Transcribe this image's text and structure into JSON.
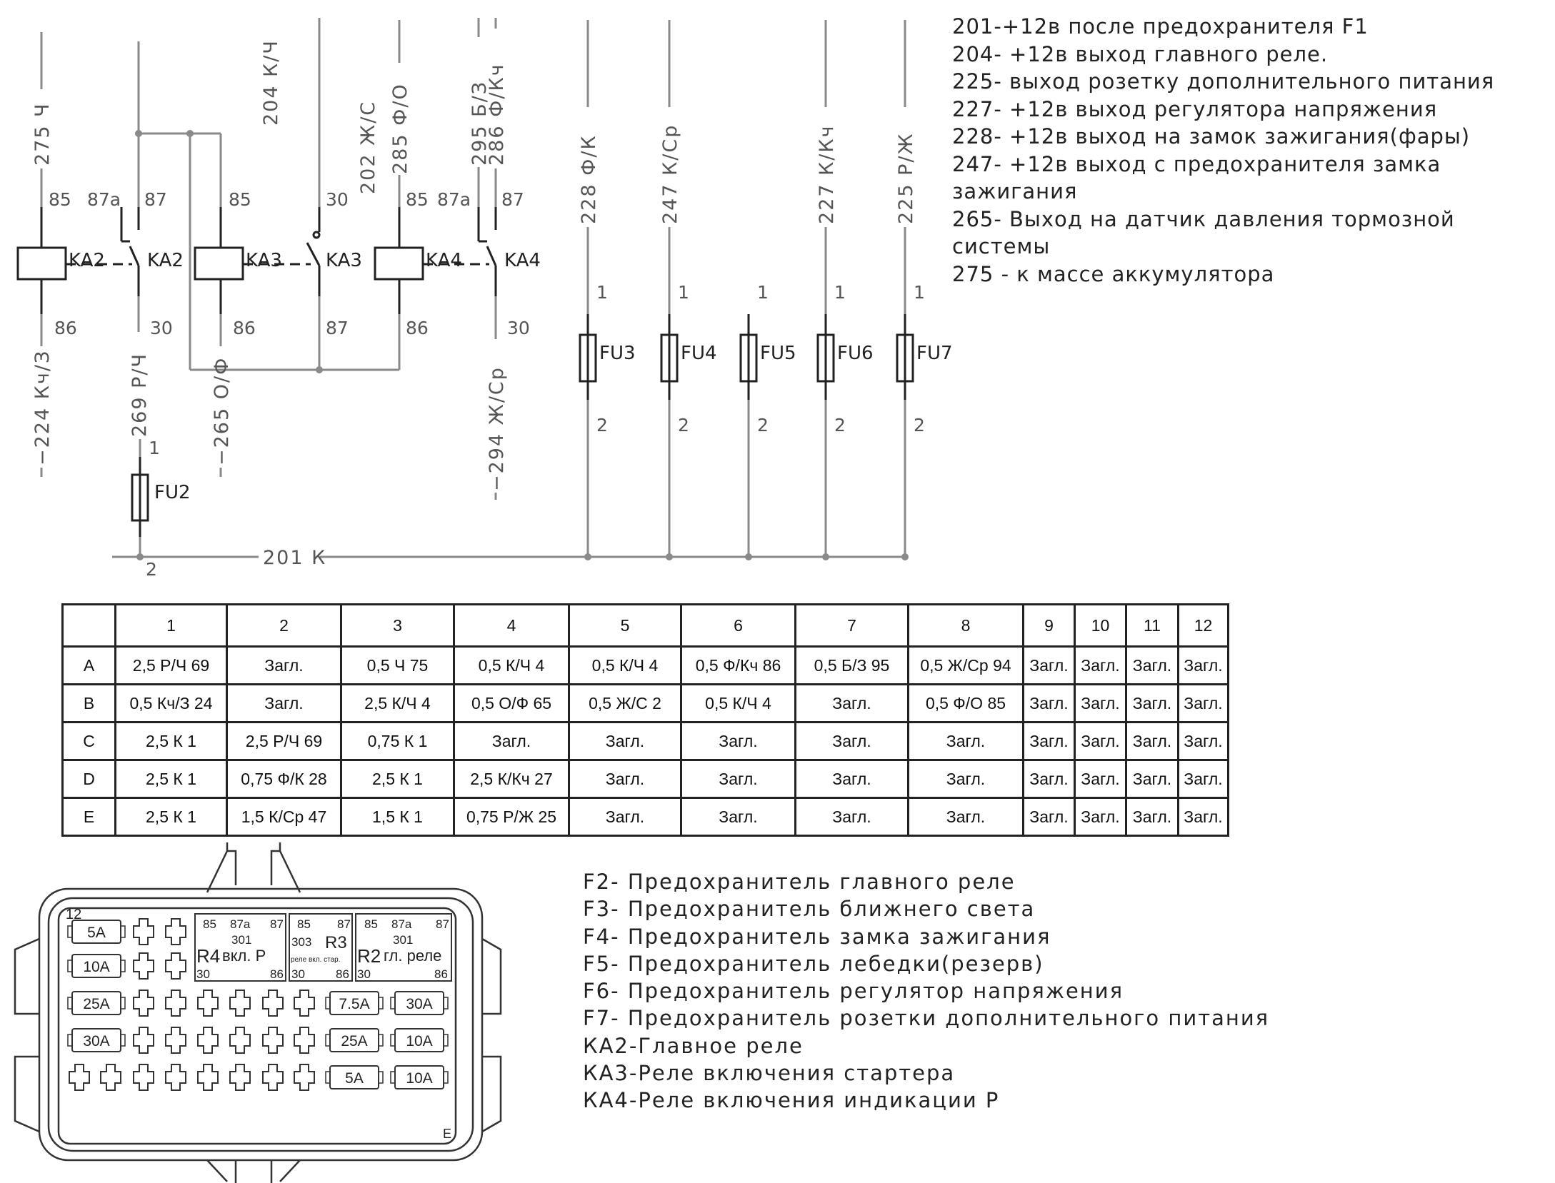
{
  "schematic": {
    "relays": [
      {
        "coil": "KA2",
        "switch": "KA2",
        "pin_top_coil": "85",
        "pin_bot_coil": "86",
        "pin_nc": "87a",
        "pin_no": "87",
        "pin_com": "30"
      },
      {
        "coil": "KA3",
        "switch": "KA3",
        "pin_top_coil": "85",
        "pin_bot_coil": "86",
        "pin_com": "30",
        "pin_no": "87"
      },
      {
        "coil": "KA4",
        "switch": "KA4",
        "pin_top_coil": "85",
        "pin_bot_coil": "86",
        "pin_nc": "87a",
        "pin_no": "87",
        "pin_com": "30"
      }
    ],
    "wires": {
      "w275": "275 Ч",
      "w224": "−224 Кч/З",
      "w204": "204 К/Ч",
      "w269": "269 Р/Ч",
      "w265": "−265 О/Ф",
      "w202": "202 Ж/С",
      "w285": "285 Ф/О",
      "w295": "295 Б/З",
      "w286": "286 Ф/Кч",
      "w294": "−294 Ж/Ср",
      "w228": "228 Ф/К",
      "w247": "247 К/Ср",
      "w227": "227 К/Кч",
      "w225": "225 Р/Ж",
      "w201": "201 К"
    },
    "fuses": [
      {
        "name": "FU2",
        "pin1": "1",
        "pin2": "2"
      },
      {
        "name": "FU3",
        "pin1": "1",
        "pin2": "2"
      },
      {
        "name": "FU4",
        "pin1": "1",
        "pin2": "2"
      },
      {
        "name": "FU5",
        "pin1": "1",
        "pin2": "2"
      },
      {
        "name": "FU6",
        "pin1": "1",
        "pin2": "2"
      },
      {
        "name": "FU7",
        "pin1": "1",
        "pin2": "2"
      }
    ]
  },
  "wire_notes": [
    "201-+12в после предохранителя F1",
    "204- +12в выход главного реле.",
    "225- выход розетку дополнительного питания",
    "227- +12в выход регулятора напряжения",
    "228- +12в выход на замок зажигания(фары)",
    "247- +12в выход с предохранителя замка",
    "зажигания",
    "265- Выход на датчик давления тормозной",
    "системы",
    "275 - к массе аккумулятора"
  ],
  "pin_table": {
    "columns": [
      "",
      "1",
      "2",
      "3",
      "4",
      "5",
      "6",
      "7",
      "8",
      "9",
      "10",
      "11",
      "12"
    ],
    "rows": [
      [
        "A",
        "2,5 Р/Ч 69",
        "Загл.",
        "0,5 Ч 75",
        "0,5 К/Ч 4",
        "0,5 К/Ч 4",
        "0,5 Ф/Кч 86",
        "0,5 Б/З 95",
        "0,5 Ж/Ср 94",
        "Загл.",
        "Загл.",
        "Загл.",
        "Загл."
      ],
      [
        "B",
        "0,5 Кч/З 24",
        "Загл.",
        "2,5 К/Ч 4",
        "0,5 О/Ф 65",
        "0,5 Ж/С 2",
        "0,5 К/Ч 4",
        "Загл.",
        "0,5 Ф/О 85",
        "Загл.",
        "Загл.",
        "Загл.",
        "Загл."
      ],
      [
        "C",
        "2,5 К 1",
        "2,5 Р/Ч 69",
        "0,75 К 1",
        "Загл.",
        "Загл.",
        "Загл.",
        "Загл.",
        "Загл.",
        "Загл.",
        "Загл.",
        "Загл.",
        "Загл."
      ],
      [
        "D",
        "2,5 К 1",
        "0,75 Ф/К 28",
        "2,5 К 1",
        "2,5 К/Кч 27",
        "Загл.",
        "Загл.",
        "Загл.",
        "Загл.",
        "Загл.",
        "Загл.",
        "Загл.",
        "Загл."
      ],
      [
        "E",
        "2,5 К 1",
        "1,5 К/Ср 47",
        "1,5 К 1",
        "0,75 Р/Ж 25",
        "Загл.",
        "Загл.",
        "Загл.",
        "Загл.",
        "Загл.",
        "Загл.",
        "Загл.",
        "Загл."
      ]
    ]
  },
  "connector": {
    "corner_top": "12",
    "corner_bottom": "E",
    "relays": [
      {
        "id": "R4",
        "desc": "вкл. Р",
        "pins_top": [
          "85",
          "87a",
          "87"
        ],
        "center": "301",
        "pins_bottom": [
          "30",
          "86"
        ]
      },
      {
        "id": "R3",
        "desc": "реле вкл. стар.",
        "pins_top": [
          "85",
          "87"
        ],
        "center": "303",
        "pins_bottom": [
          "30",
          "86"
        ]
      },
      {
        "id": "R2",
        "desc": "гл. реле",
        "pins_top": [
          "85",
          "87a",
          "87"
        ],
        "center": "301",
        "pins_bottom": [
          "30",
          "86"
        ]
      }
    ],
    "fuse_ratings": {
      "r1c1": "5A",
      "r2c1": "10A",
      "r3c1": "25A",
      "r4c1": "30A",
      "r3c8": "7.5A",
      "r3c9": "30A",
      "r4c8": "25A",
      "r4c9": "10A",
      "r5c8": "5A",
      "r5c9": "10A"
    }
  },
  "legend": [
    "F2- Предохранитель главного реле",
    "F3- Предохранитель ближнего света",
    "F4- Предохранитель замка зажигания",
    "F5- Предохранитель лебедки(резерв)",
    "F6- Предохранитель регулятор напряжения",
    "F7- Предохранитель розетки дополнительного питания",
    "КА2-Главное реле",
    "КА3-Реле включения стартера",
    "КА4-Реле включения индикации Р"
  ]
}
